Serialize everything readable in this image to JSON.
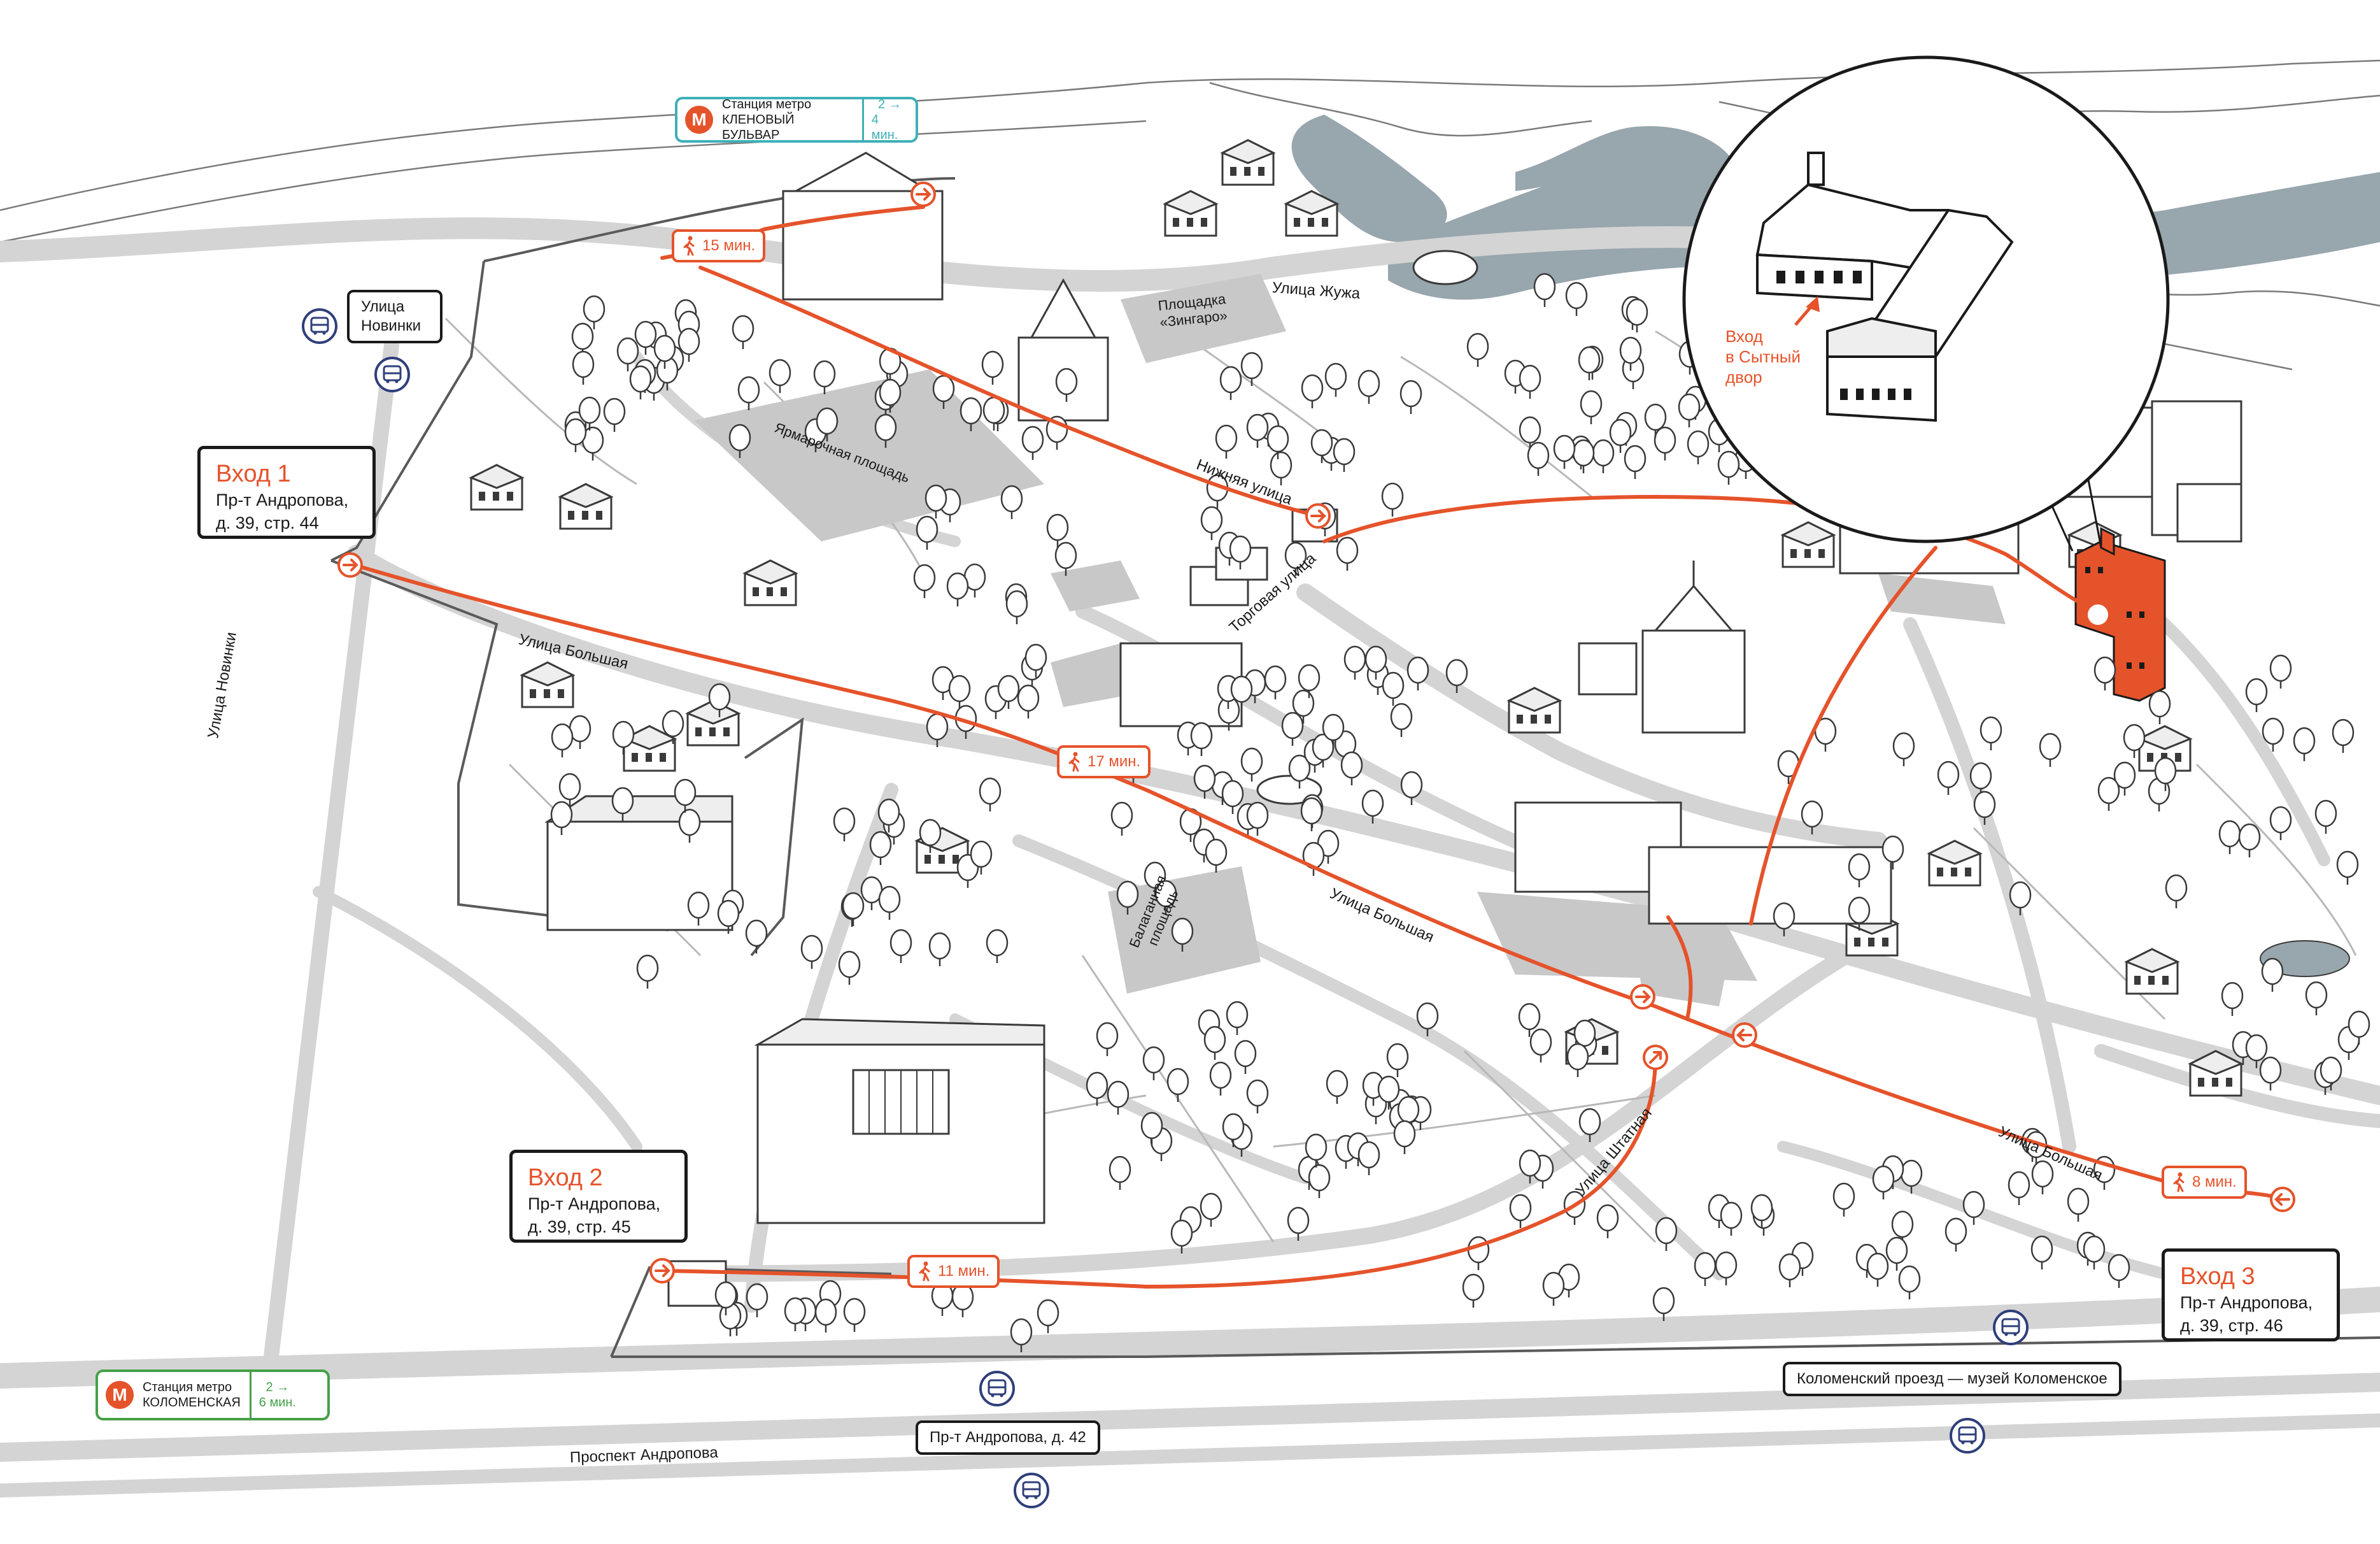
{
  "colors": {
    "accent": "#e5532b",
    "road": "#d4d4d4",
    "plaza": "#c8c8c8",
    "water": "#98a6ad",
    "line": "#3a3a3a",
    "metro_teal": "#3fb0b7",
    "metro_green": "#46a049",
    "bus_blue": "#2f3f7a"
  },
  "entrances": [
    {
      "id": "entrance-1",
      "title": "Вход 1",
      "address_line1": "Пр-т Андропова,",
      "address_line2": "д. 39, стр. 44"
    },
    {
      "id": "entrance-2",
      "title": "Вход 2",
      "address_line1": "Пр-т Андропова,",
      "address_line2": "д. 39, стр. 45"
    },
    {
      "id": "entrance-3",
      "title": "Вход 3",
      "address_line1": "Пр-т Андропова,",
      "address_line2": "д. 39, стр. 46"
    }
  ],
  "metro": [
    {
      "id": "metro-klenovy",
      "line1": "Станция метро",
      "line2": "КЛЕНОВЫЙ БУЛЬВАР",
      "time_top": "2 →",
      "time_bottom": "4 мин.",
      "icon": "metro-icon",
      "color": "#3fb0b7"
    },
    {
      "id": "metro-kolomenskaya",
      "line1": "Станция метро",
      "line2": "КОЛОМЕНСКАЯ",
      "time_top": "2 →",
      "time_bottom": "6 мин.",
      "icon": "metro-icon",
      "color": "#46a049"
    }
  ],
  "bus_stops": [
    {
      "id": "stop-novinki",
      "line1": "Улица",
      "line2": "Новинки"
    },
    {
      "id": "stop-andropova-42",
      "text": "Пр-т Андропова, д. 42"
    },
    {
      "id": "stop-kolomensky",
      "text": "Коломенский проезд — музей Коломенское"
    }
  ],
  "walk_times": [
    "15 мин.",
    "17 мин.",
    "11 мин.",
    "8 мин."
  ],
  "streets": {
    "zhuzha": "Улица Жужа",
    "nizhnyaya": "Нижняя улица",
    "torgovaya": "Торговая улица",
    "bolshaya": "Улица Большая",
    "novinki": "Улица Новинки",
    "shtatnaya": "Улица Штатная",
    "andropova": "Проспект Андропова"
  },
  "plazas": {
    "zingaro_line1": "Площадка",
    "zingaro_line2": "«Зингаро»",
    "yarmarochnaya": "Ярмарочная площадь",
    "balagannaya_line1": "Балаганная",
    "balagannaya_line2": "площадь"
  },
  "inset": {
    "line1": "Вход",
    "line2": "в Сытный",
    "line3": "двор"
  },
  "icons": [
    "metro-icon",
    "bus-icon",
    "walk-icon",
    "arrow-icon",
    "tree-icon"
  ]
}
